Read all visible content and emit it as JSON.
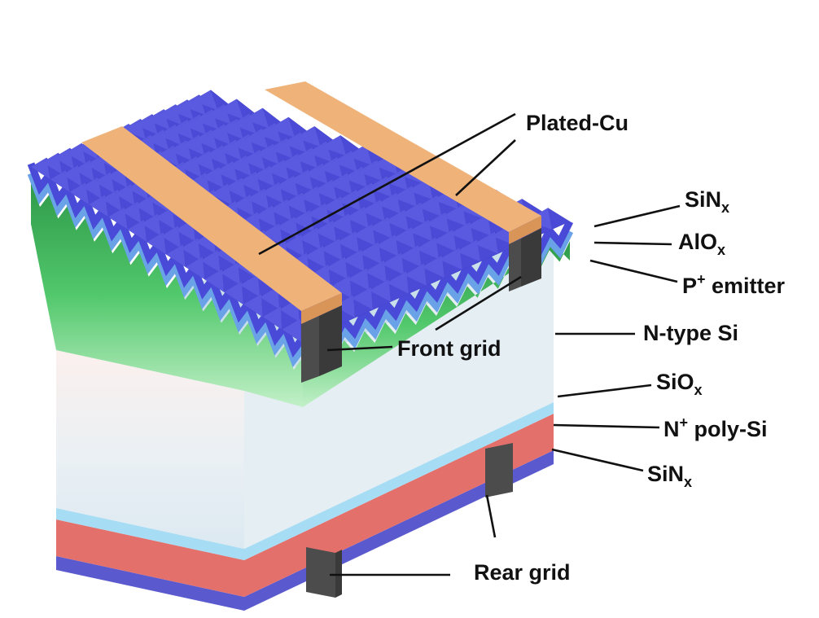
{
  "diagram": {
    "colors": {
      "pyramid_dark": "#2a2aa6",
      "pyramid_light": "#4a4ad8",
      "alox_layer": "#6aa2e8",
      "emitter_layer": "#52c86c",
      "emitter_light": "#a8e8b2",
      "n_type_si": "#d4e6f0",
      "n_type_si_top": "#c9dfea",
      "siox": "#a6dcf4",
      "n_poly_si": "#e4706c",
      "rear_sinx": "#5a5ace",
      "plated_cu": "#efb37a",
      "grid_metal": "#4c4c4c",
      "leader_line": "#111111"
    },
    "labels": {
      "plated_cu": "Plated-Cu",
      "front_sinx": {
        "base": "SiN",
        "sub": "x"
      },
      "alox": {
        "base": "AlO",
        "sub": "x"
      },
      "p_emitter": {
        "base": "P",
        "sup": "+",
        "rest": " emitter"
      },
      "n_type_si": "N-type Si",
      "front_grid": "Front grid",
      "siox": {
        "base": "SiO",
        "sub": "x"
      },
      "n_poly_si": {
        "base": "N",
        "sup": "+",
        "rest": " poly-Si"
      },
      "rear_sinx": {
        "base": "SiN",
        "sub": "x"
      },
      "rear_grid": "Rear grid"
    }
  }
}
